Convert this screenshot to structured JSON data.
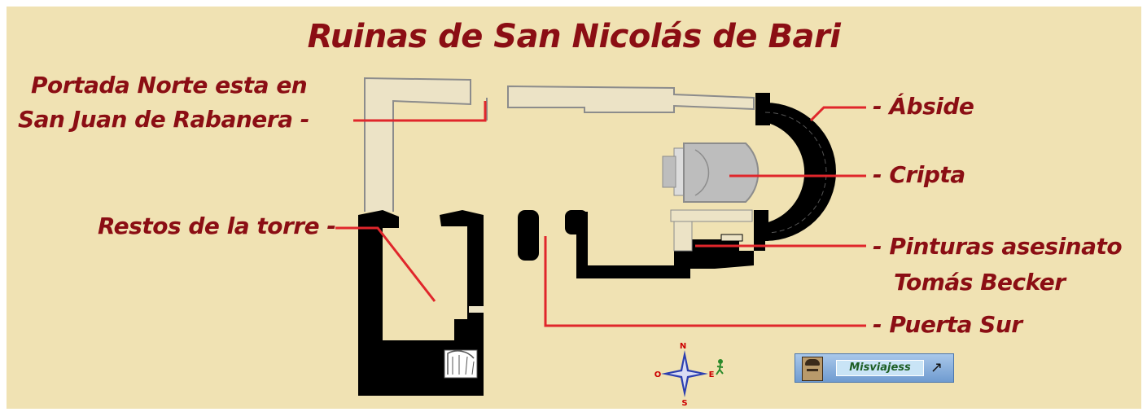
{
  "title": "Ruinas de San Nicolás de Bari",
  "labels": {
    "portada_line1": "Portada Norte esta en",
    "portada_line2": "San Juan de Rabanera -",
    "torre": "Restos de la torre -",
    "abside": "- Ábside",
    "cripta": "- Cripta",
    "pinturas_line1": "- Pinturas asesinato",
    "pinturas_line2": "Tomás Becker",
    "puerta_sur": "- Puerta Sur"
  },
  "compass": {
    "n": "N",
    "s": "S",
    "e": "E",
    "o": "O"
  },
  "badge": {
    "text": "Misviajess"
  },
  "colors": {
    "background": "#f0e2b3",
    "label": "#8b0e14",
    "pointer": "#e0262b",
    "wall": "#000000",
    "ruin_outline": "#8c8c8c",
    "crypt": "#bdbdbd"
  }
}
